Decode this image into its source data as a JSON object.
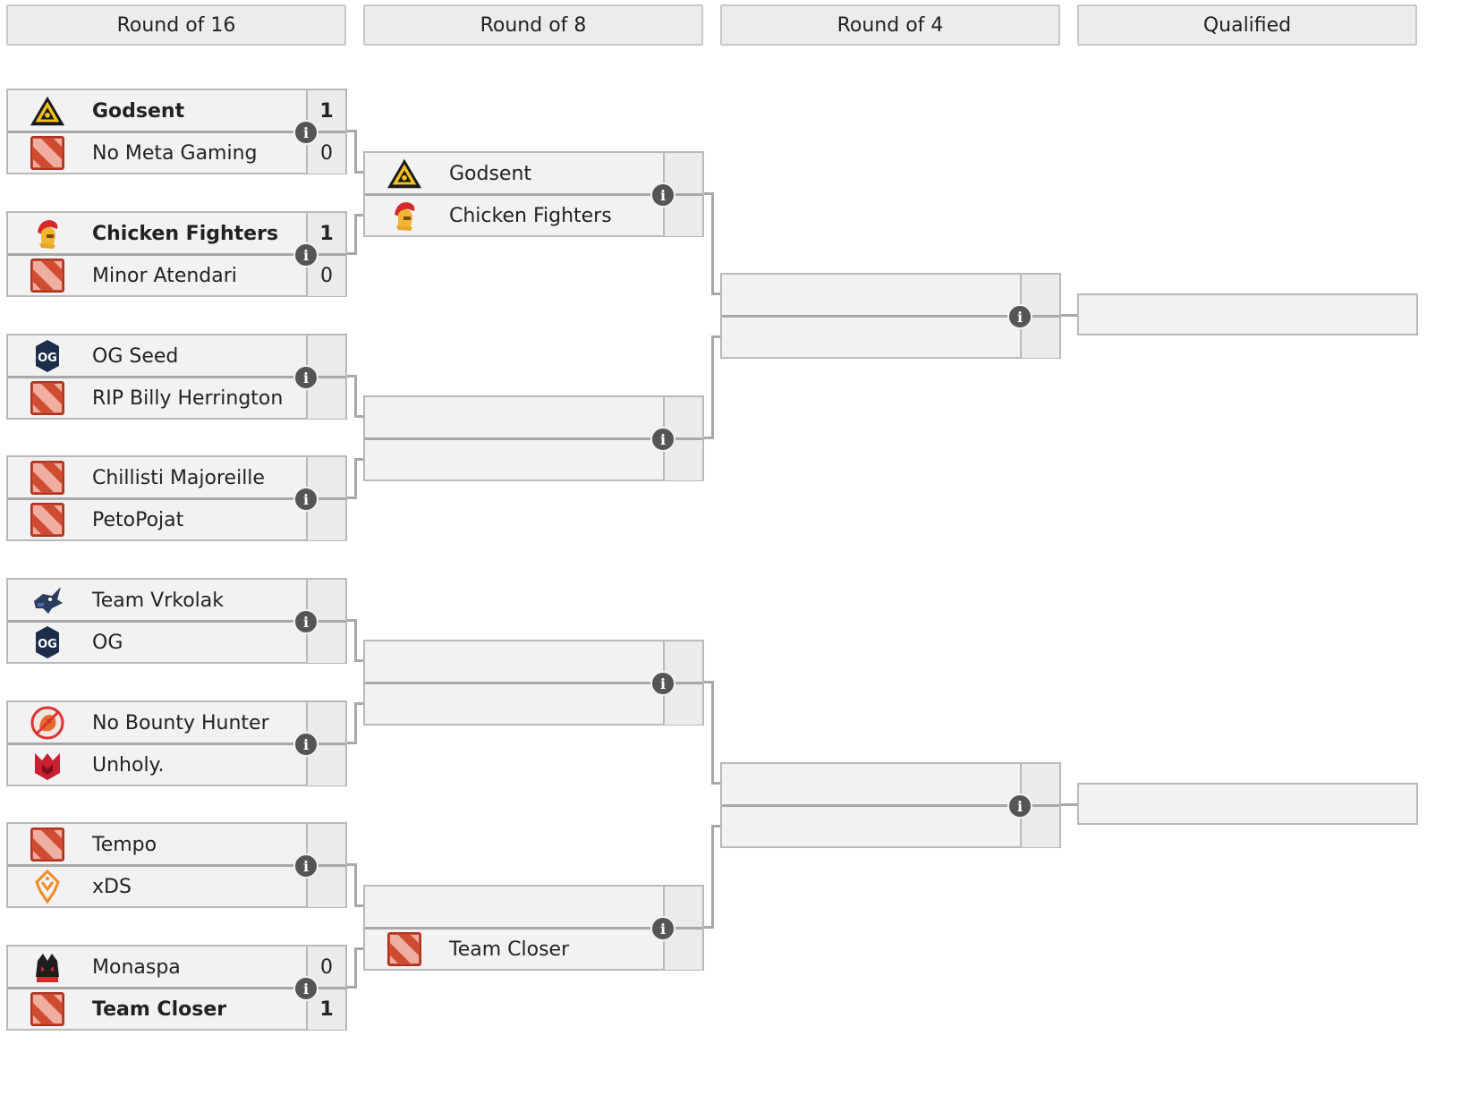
{
  "rounds": [
    "Round of 16",
    "Round of 8",
    "Round of 4",
    "Qualified"
  ],
  "matches_r16": [
    {
      "teams": [
        {
          "name": "Godsent",
          "logo": "godsent-logo",
          "score": "1",
          "winner": true
        },
        {
          "name": "No Meta Gaming",
          "logo": "dota-logo",
          "score": "0",
          "winner": false
        }
      ]
    },
    {
      "teams": [
        {
          "name": "Chicken Fighters",
          "logo": "chicken-fighters-logo",
          "score": "1",
          "winner": true
        },
        {
          "name": "Minor Atendari",
          "logo": "dota-logo",
          "score": "0",
          "winner": false
        }
      ]
    },
    {
      "teams": [
        {
          "name": "OG Seed",
          "logo": "og-logo",
          "score": "",
          "winner": false
        },
        {
          "name": "RIP Billy Herrington",
          "logo": "dota-logo",
          "score": "",
          "winner": false
        }
      ]
    },
    {
      "teams": [
        {
          "name": "Chillisti Majoreille",
          "logo": "dota-logo",
          "score": "",
          "winner": false
        },
        {
          "name": "PetoPojat",
          "logo": "dota-logo",
          "score": "",
          "winner": false
        }
      ]
    },
    {
      "teams": [
        {
          "name": "Team Vrkolak",
          "logo": "vrkolak-logo",
          "score": "",
          "winner": false
        },
        {
          "name": "OG",
          "logo": "og-logo",
          "score": "",
          "winner": false
        }
      ]
    },
    {
      "teams": [
        {
          "name": "No Bounty Hunter",
          "logo": "no-bounty-hunter-logo",
          "score": "",
          "winner": false
        },
        {
          "name": "Unholy.",
          "logo": "unholy-logo",
          "score": "",
          "winner": false
        }
      ]
    },
    {
      "teams": [
        {
          "name": "Tempo",
          "logo": "dota-logo",
          "score": "",
          "winner": false
        },
        {
          "name": "xDS",
          "logo": "xds-logo",
          "score": "",
          "winner": false
        }
      ]
    },
    {
      "teams": [
        {
          "name": "Monaspa",
          "logo": "monaspa-logo",
          "score": "0",
          "winner": false
        },
        {
          "name": "Team Closer",
          "logo": "dota-logo",
          "score": "1",
          "winner": true
        }
      ]
    }
  ],
  "matches_r8": [
    {
      "teams": [
        {
          "name": "Godsent",
          "logo": "godsent-logo",
          "score": "",
          "winner": false
        },
        {
          "name": "Chicken Fighters",
          "logo": "chicken-fighters-logo",
          "score": "",
          "winner": false
        }
      ]
    },
    {
      "teams": [
        {
          "name": "",
          "logo": "",
          "score": "",
          "winner": false
        },
        {
          "name": "",
          "logo": "",
          "score": "",
          "winner": false
        }
      ]
    },
    {
      "teams": [
        {
          "name": "",
          "logo": "",
          "score": "",
          "winner": false
        },
        {
          "name": "",
          "logo": "",
          "score": "",
          "winner": false
        }
      ]
    },
    {
      "teams": [
        {
          "name": "",
          "logo": "",
          "score": "",
          "winner": false
        },
        {
          "name": "Team Closer",
          "logo": "dota-logo",
          "score": "",
          "winner": false
        }
      ]
    }
  ],
  "matches_r4": [
    {
      "teams": [
        {
          "name": "",
          "logo": "",
          "score": "",
          "winner": false
        },
        {
          "name": "",
          "logo": "",
          "score": "",
          "winner": false
        }
      ]
    },
    {
      "teams": [
        {
          "name": "",
          "logo": "",
          "score": "",
          "winner": false
        },
        {
          "name": "",
          "logo": "",
          "score": "",
          "winner": false
        }
      ]
    }
  ],
  "qualified": [
    "",
    ""
  ],
  "info_icon": "info-icon",
  "colors": {
    "header_bg": "#ececec",
    "cell_bg": "#f2f2f2",
    "line": "#a8a8a8",
    "info": "#555555"
  }
}
